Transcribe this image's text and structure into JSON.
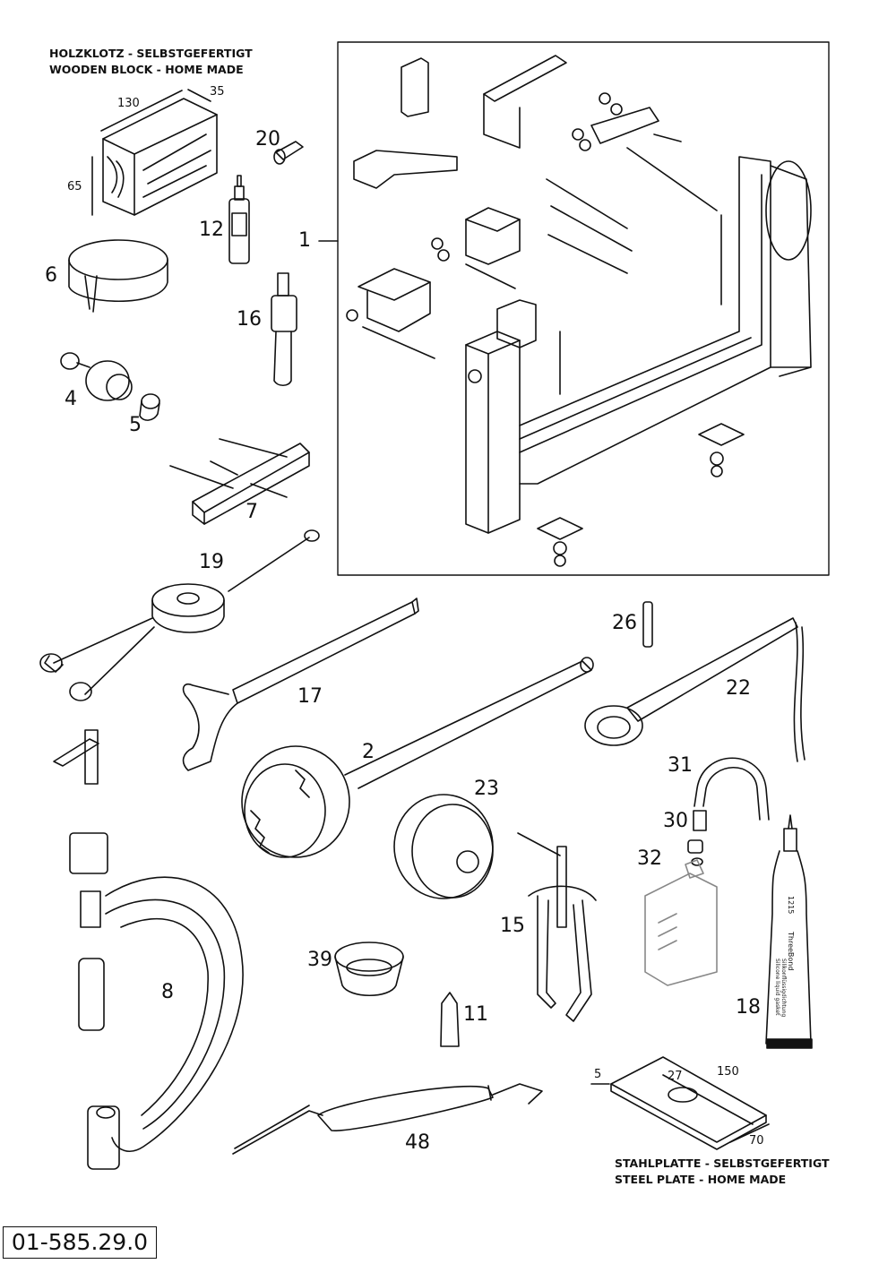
{
  "notes": {
    "wooden_block_de": "HOLZKLOTZ - SELBSTGEFERTIGT",
    "wooden_block_en": "WOODEN BLOCK - HOME MADE",
    "steel_plate_de": "STAHLPLATTE - SELBSTGEFERTIGT",
    "steel_plate_en": "STEEL PLATE - HOME MADE"
  },
  "dimensions": {
    "block_length": "130",
    "block_width": "35",
    "block_height": "65",
    "plate_thickness": "5",
    "plate_hole": "27",
    "plate_length": "150",
    "plate_width": "70"
  },
  "callouts": {
    "c1": "1",
    "c2": "2",
    "c4": "4",
    "c5": "5",
    "c6": "6",
    "c7": "7",
    "c8": "8",
    "c11": "11",
    "c12": "12",
    "c15": "15",
    "c16": "16",
    "c17": "17",
    "c18": "18",
    "c19": "19",
    "c20": "20",
    "c22": "22",
    "c23": "23",
    "c26": "26",
    "c30": "30",
    "c31": "31",
    "c32": "32",
    "c39": "39",
    "c48": "48"
  },
  "tube_label": {
    "brand": "ThreeBond",
    "number": "1215",
    "line1": "Silikonflüssigdichtung",
    "line2": "Silicone liquid gasket"
  },
  "document_id": "01-585.29.0"
}
